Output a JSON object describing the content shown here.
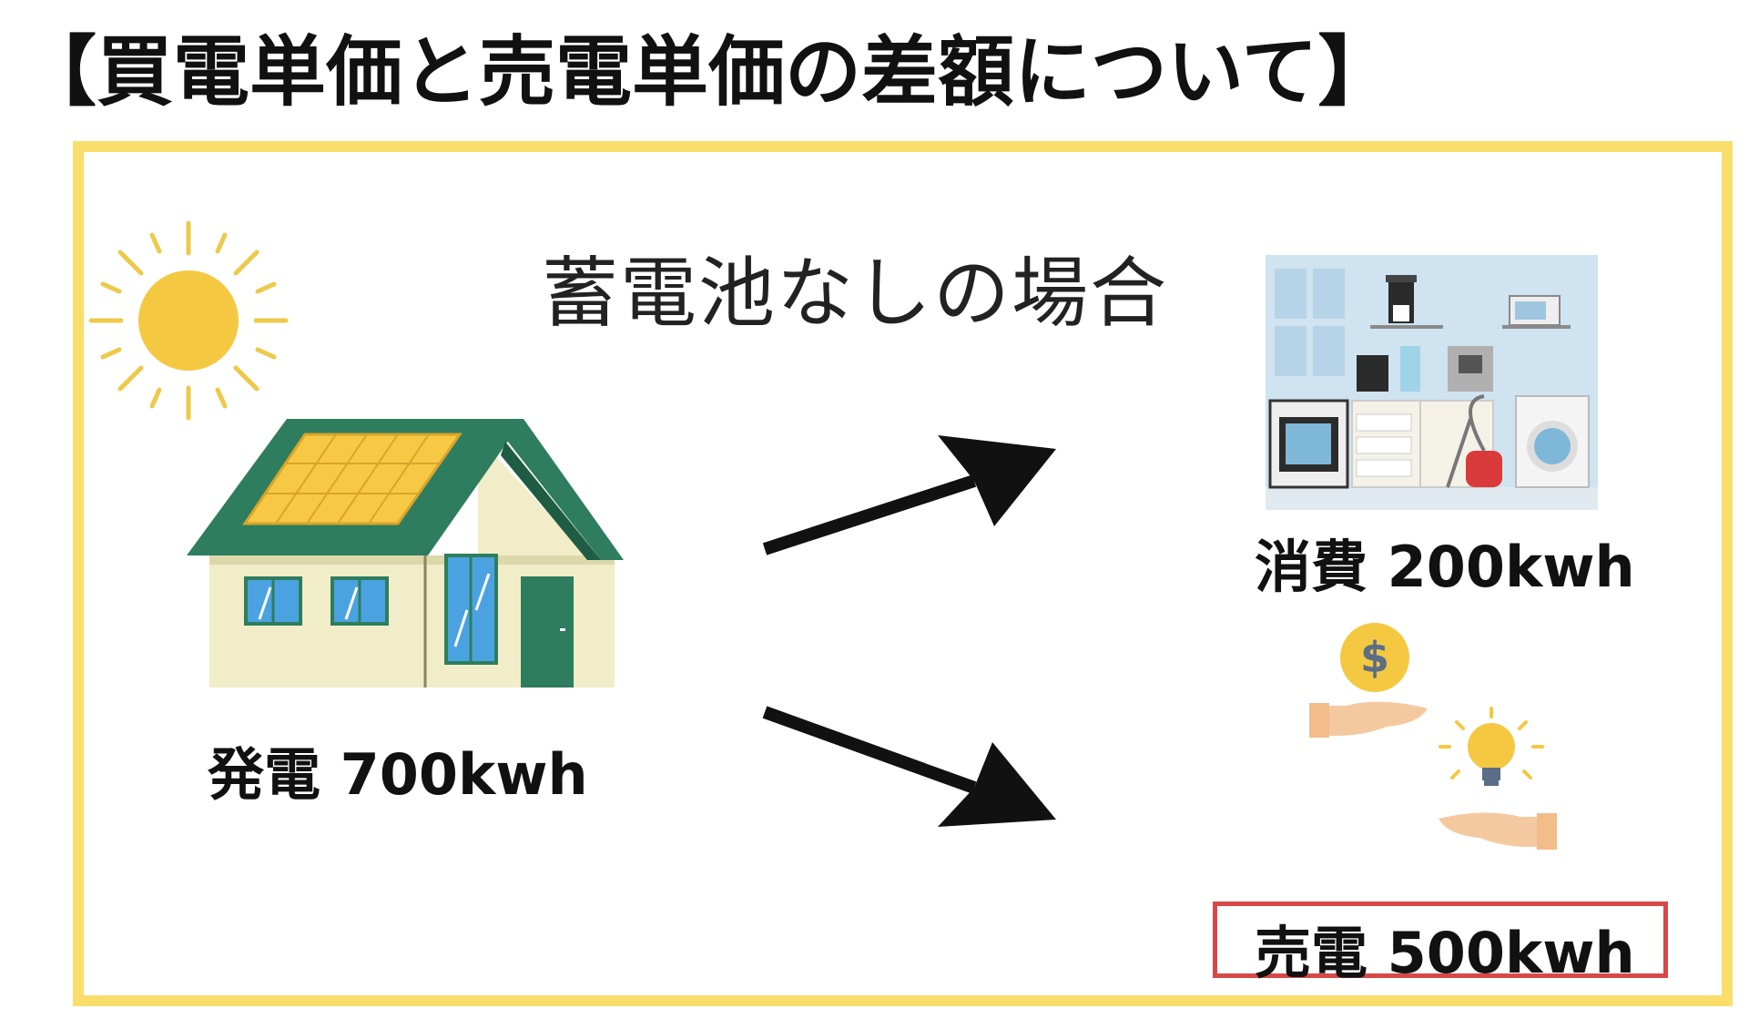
{
  "title": "【買電単価と売電単価の差額について】",
  "diagram": {
    "subtitle": "蓄電池なしの場合",
    "generation_label": "発電 700kwh",
    "consumption_label": "消費 200kwh",
    "sale_label": "売電 500kwh",
    "coin_symbol": "$"
  },
  "colors": {
    "frame": "#f9de6b",
    "sun": "#f5c842",
    "roof": "#2e7d5e",
    "solar_panel": "#f7c843",
    "house_wall": "#f0edc8",
    "window": "#4aa3e0",
    "sale_border": "#d84848",
    "kitchen_bg": "#cfe3f0"
  },
  "icons": [
    "sun-icon",
    "house-with-solar-panel-icon",
    "arrow-icon",
    "kitchen-appliances-icon",
    "coin-hand-icon",
    "lightbulb-hand-icon"
  ]
}
